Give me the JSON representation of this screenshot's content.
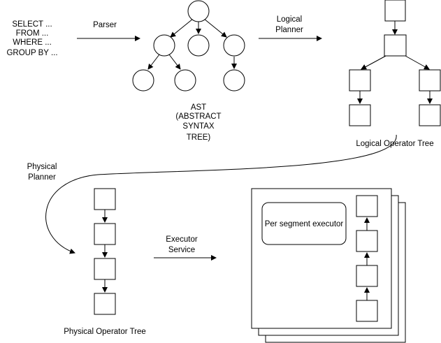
{
  "sql": {
    "lines": [
      "SELECT ...",
      "FROM ...",
      "WHERE ...",
      "GROUP BY ..."
    ]
  },
  "edges": {
    "parser": "Parser",
    "logical_planner": [
      "Logical",
      "Planner"
    ],
    "physical_planner": [
      "Physical",
      "Planner"
    ],
    "executor_service": [
      "Executor",
      "Service"
    ]
  },
  "ast": {
    "caption": [
      "AST",
      "(ABSTRACT",
      "SYNTAX",
      "TREE)"
    ]
  },
  "logical_tree": {
    "caption": "Logical Operator Tree"
  },
  "physical_tree": {
    "caption": "Physical Operator Tree"
  },
  "executor": {
    "segment_label": "Per segment executor"
  },
  "colors": {
    "stroke": "#000000",
    "fill": "#ffffff"
  }
}
